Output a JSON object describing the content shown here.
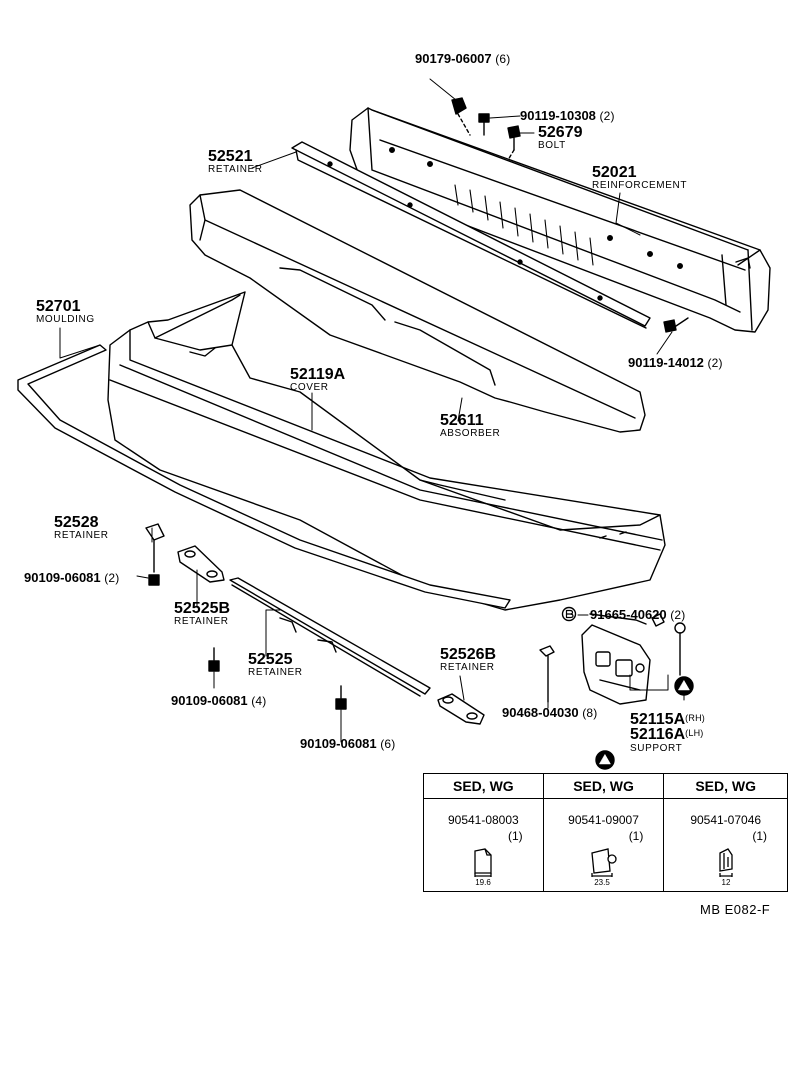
{
  "parts": {
    "p90179": {
      "num": "90179-06007",
      "qty": "(6)"
    },
    "p90119a": {
      "num": "90119-10308",
      "qty": "(2)"
    },
    "p52679": {
      "num": "52679",
      "name": "BOLT"
    },
    "p52521": {
      "num": "52521",
      "name": "RETAINER"
    },
    "p52021": {
      "num": "52021",
      "name": "REINFORCEMENT"
    },
    "p52701": {
      "num": "52701",
      "name": "MOULDING"
    },
    "p90119b": {
      "num": "90119-14012",
      "qty": "(2)"
    },
    "p52119a": {
      "num": "52119A",
      "name": "COVER"
    },
    "p52611": {
      "num": "52611",
      "name": "ABSORBER"
    },
    "p52528": {
      "num": "52528",
      "name": "RETAINER"
    },
    "p90109a": {
      "num": "90109-06081",
      "qty": "(2)"
    },
    "p52525b": {
      "num": "52525B",
      "name": "RETAINER"
    },
    "p52525": {
      "num": "52525",
      "name": "RETAINER"
    },
    "p90109b": {
      "num": "90109-06081",
      "qty": "(4)"
    },
    "p90109c": {
      "num": "90109-06081",
      "qty": "(6)"
    },
    "p52526b": {
      "num": "52526B",
      "name": "RETAINER"
    },
    "p91665": {
      "num": "91665-40620",
      "qty": "(2)",
      "marker": "B"
    },
    "p90468": {
      "num": "90468-04030",
      "qty": "(8)"
    },
    "p52115a": {
      "num": "52115A",
      "side": "(RH)"
    },
    "p52116a": {
      "num": "52116A",
      "side": "(LH)",
      "name": "SUPPORT"
    }
  },
  "table": {
    "columns": [
      {
        "header": "SED, WG",
        "part": "90541-08003",
        "qty": "(1)",
        "dim": "19.6"
      },
      {
        "header": "SED, WG",
        "part": "90541-09007",
        "qty": "(1)",
        "dim": "23.5"
      },
      {
        "header": "SED, WG",
        "part": "90541-07046",
        "qty": "(1)",
        "dim": "12"
      }
    ]
  },
  "footer": {
    "code": "MB  E082-F"
  }
}
